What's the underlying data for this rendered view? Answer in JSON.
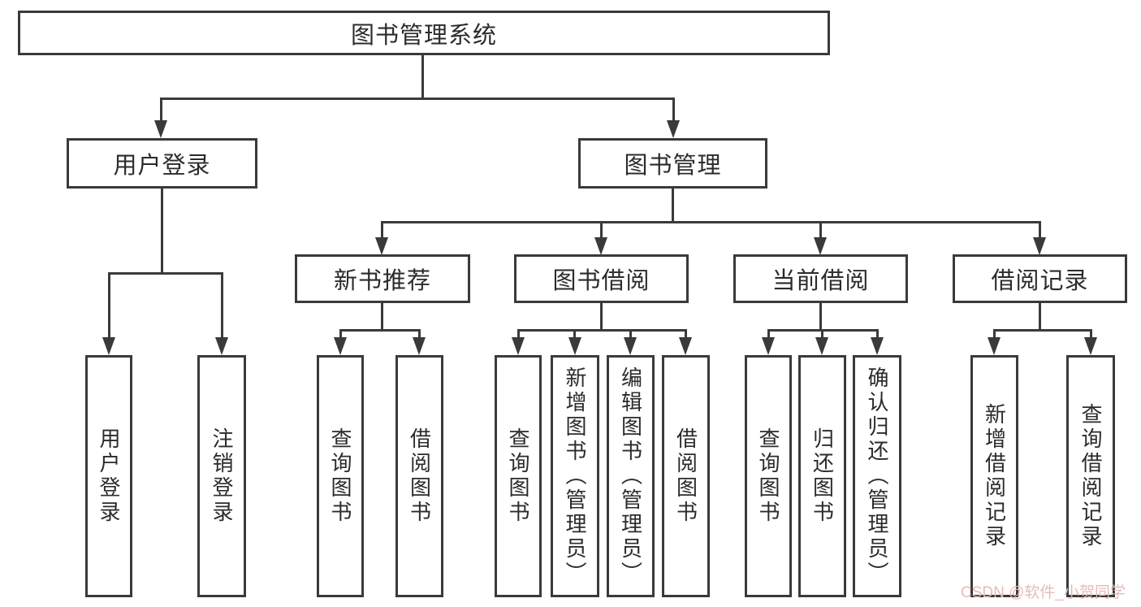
{
  "colors": {
    "line": "#3a3a3a",
    "text": "#2b2b2b",
    "bg": "#ffffff",
    "watermark": "#e6b8b8"
  },
  "watermark": {
    "text": "CSDN @软件_小贺同学"
  },
  "tree": {
    "label": "图书管理系统",
    "children": [
      {
        "label": "用户登录",
        "children": [
          {
            "label": "用户登录"
          },
          {
            "label": "注销登录"
          }
        ]
      },
      {
        "label": "图书管理",
        "children": [
          {
            "label": "新书推荐",
            "children": [
              {
                "label": "查询图书"
              },
              {
                "label": "借阅图书"
              }
            ]
          },
          {
            "label": "图书借阅",
            "children": [
              {
                "label": "查询图书"
              },
              {
                "label": "新增图书（管理员）"
              },
              {
                "label": "编辑图书（管理员）"
              },
              {
                "label": "借阅图书"
              }
            ]
          },
          {
            "label": "当前借阅",
            "children": [
              {
                "label": "查询图书"
              },
              {
                "label": "归还图书"
              },
              {
                "label": "确认归还（管理员）"
              }
            ]
          },
          {
            "label": "借阅记录",
            "children": [
              {
                "label": "新增借阅记录"
              },
              {
                "label": "查询借阅记录"
              }
            ]
          }
        ]
      }
    ]
  }
}
